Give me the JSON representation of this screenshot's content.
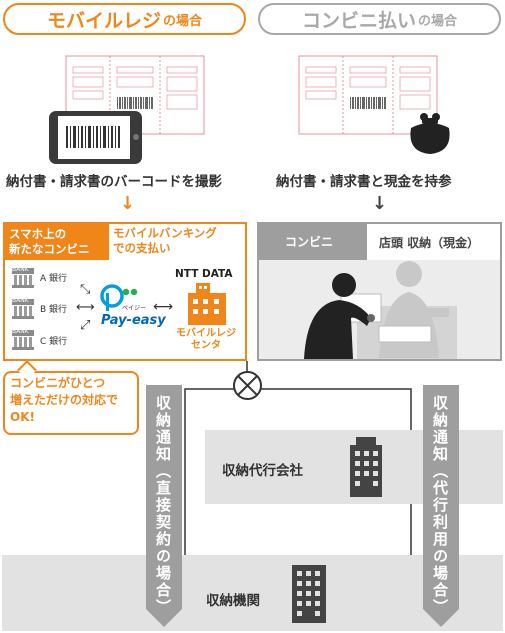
{
  "mobile": {
    "tab_main": "モバイルレジ",
    "tab_suffix": "の場合",
    "caption": "納付書・請求書のバーコードを撮影",
    "box_title": "スマホ上の\n新たなコンビニ",
    "box_subtitle": "モバイルバンキング\nでの支払い",
    "banks": [
      "A 銀行",
      "B 銀行",
      "C 銀行"
    ],
    "bank_icon_label": "BANK",
    "payeasy_small": "ペイジー",
    "payeasy": "Pay-easy",
    "nttdata": "NTT DATA",
    "center": "モバイルレジ\nセンタ",
    "callout": "コンビニがひとつ\n増えただけの対応で\nOK!",
    "accent": "#f08519"
  },
  "conbini": {
    "tab_main": "コンビニ払い",
    "tab_suffix": "の場合",
    "caption": "納付書・請求書と現金を持参",
    "box_left": "コンビニ",
    "box_right": "店頭 収納（現金）",
    "gray": "#9e9e9e"
  },
  "flow": {
    "left_vertical": "収納通知（直接契約の場合）",
    "right_vertical": "収納通知（代行利用の場合）",
    "agency": "収納代行会社",
    "institution": "収納機関"
  }
}
